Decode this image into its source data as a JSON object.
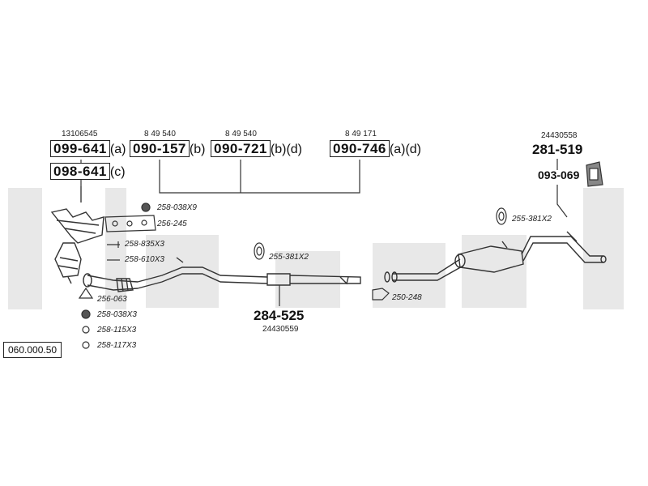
{
  "watermark_color": "#e8e8e8",
  "line_color": "#333333",
  "diagram_code": "060.000.50",
  "top_refs": {
    "ref1": "13106545",
    "ref2": "8 49 540",
    "ref3": "8 49 540",
    "ref4": "8 49 171",
    "ref5": "24430558"
  },
  "parts": {
    "p1": "099-641",
    "p1_suffix": "(a)",
    "p2": "090-157",
    "p2_suffix": "(b)",
    "p3": "090-721",
    "p3_suffix": "(b)(d)",
    "p4": "090-746",
    "p4_suffix": "(a)(d)",
    "p5": "098-641",
    "p5_suffix": "(c)",
    "p6": "281-519",
    "p7": "093-069",
    "p8": "284-525",
    "p8_ref": "24430559"
  },
  "accessories": {
    "a1": "258-038X9",
    "a2": "256-245",
    "a3": "258-835X3",
    "a4": "258-610X3",
    "a5": "255-381X2",
    "a6": "255-381X2",
    "a7": "250-248",
    "a8": "256-063",
    "a9": "258-038X3",
    "a10": "258-115X3",
    "a11": "258-117X3"
  }
}
